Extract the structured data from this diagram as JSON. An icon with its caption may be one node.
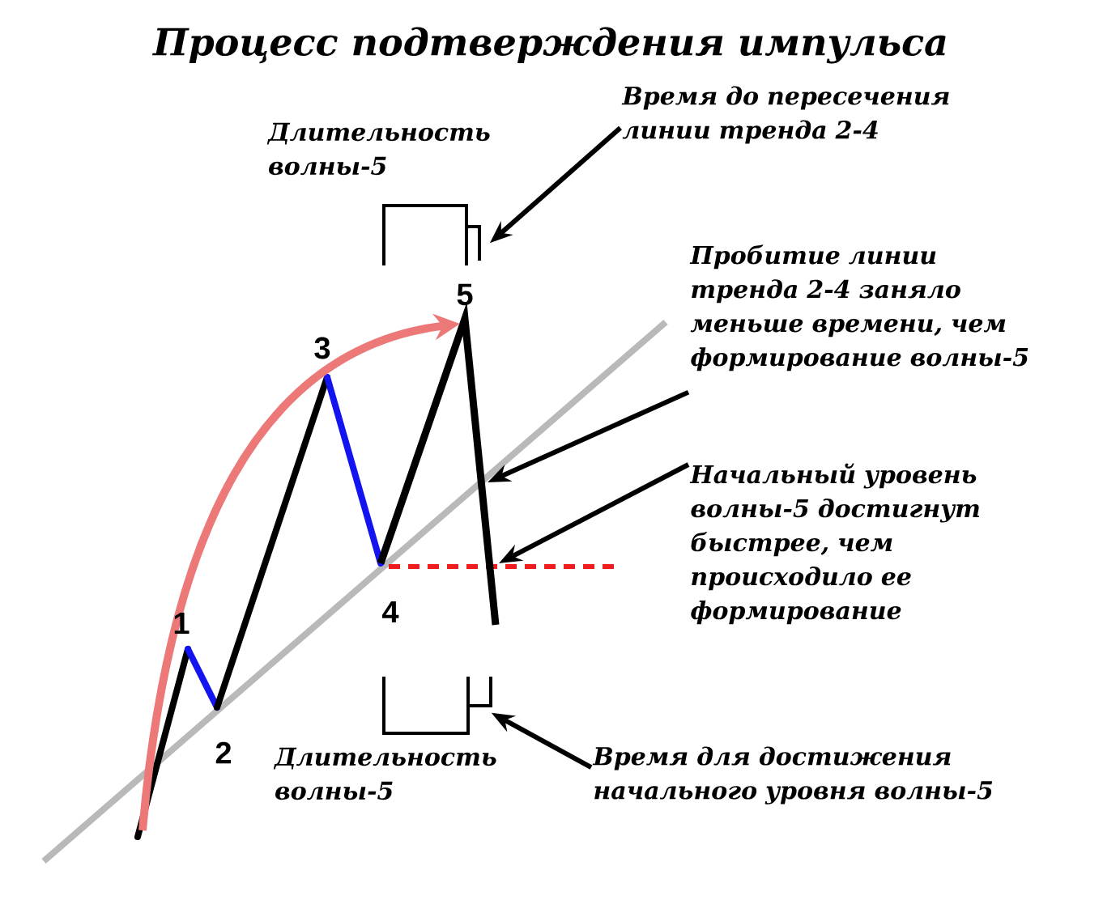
{
  "diagram": {
    "title": "Процесс подтверждения импульса",
    "nodes": [
      {
        "text": [
          "Время до пересечения линии тренда 2-4"
        ]
      },
      {
        "text": [],
        "shape": "bracket"
      },
      {
        "text": [
          "Пробитие линии тренда 2-4 заняло меньше времени, чем формирование волны-5"
        ]
      },
      {
        "text": [
          "Начальный уровень волны-5 достигнут быстрее, чем происходило ее формирование"
        ]
      },
      {
        "text": [],
        "shape": "bracket"
      },
      {
        "text": [
          "Время для достижения начального уровня волны-5"
        ]
      }
    ],
    "edges": [
      {
        "from": 0,
        "to": 1,
        "arrow": "to"
      },
      {
        "from": 2,
        "to": null,
        "arrow": "to"
      },
      {
        "from": 3,
        "to": null,
        "arrow": "to"
      },
      {
        "from": 5,
        "to": 4,
        "arrow": "to"
      }
    ],
    "labels": [
      "Длительность волны-5",
      "5",
      "3",
      "4",
      "1",
      "2",
      "Длительность волны-5"
    ]
  }
}
